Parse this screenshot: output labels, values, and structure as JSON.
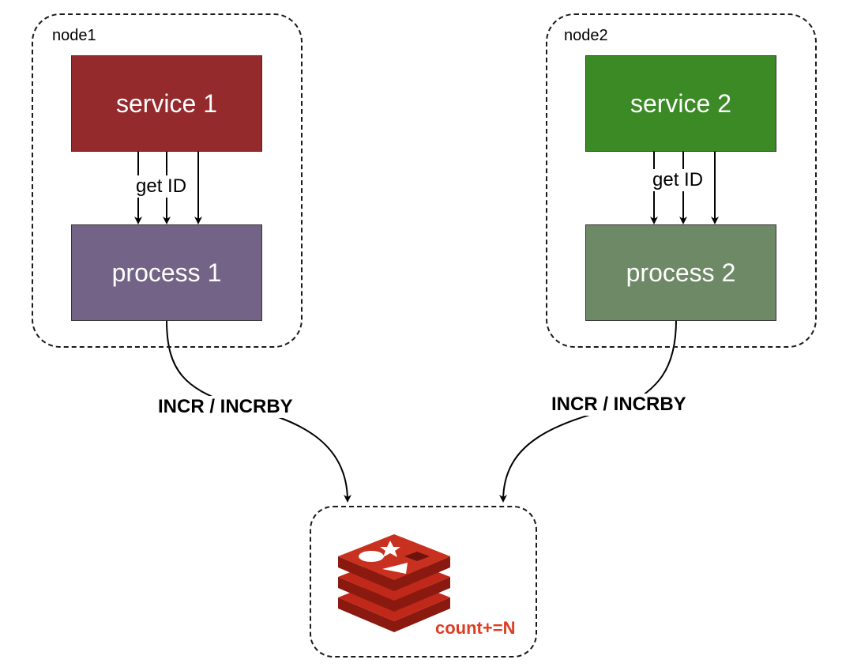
{
  "node1": {
    "label": "node1",
    "service": {
      "label": "service 1",
      "color": "#952a2d"
    },
    "process": {
      "label": "process 1",
      "color": "#736487"
    },
    "edge_label": "get ID"
  },
  "node2": {
    "label": "node2",
    "service": {
      "label": "service 2",
      "color": "#3b8a26"
    },
    "process": {
      "label": "process 2",
      "color": "#6e8966"
    },
    "edge_label": "get ID"
  },
  "links": {
    "left_label": "INCR / INCRBY",
    "right_label": "INCR / INCRBY"
  },
  "redis": {
    "icon": "redis-logo-icon",
    "label": "count+=N",
    "label_color": "#e03c24",
    "logo_color": "#a41e11"
  }
}
